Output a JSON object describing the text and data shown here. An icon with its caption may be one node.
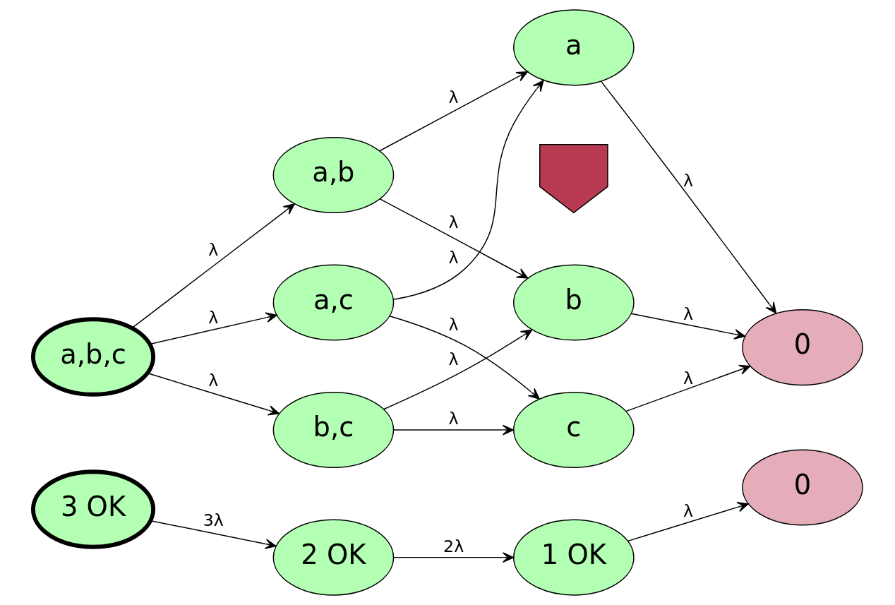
{
  "diagram": {
    "nodes": [
      {
        "text": [
          "a,b,c"
        ]
      },
      {
        "text": [
          "a,b"
        ]
      },
      {
        "text": [
          "a,c"
        ]
      },
      {
        "text": [
          "b,c"
        ]
      },
      {
        "text": [
          "a"
        ]
      },
      {
        "text": [
          "b"
        ]
      },
      {
        "text": [
          "c"
        ]
      },
      {
        "text": [
          "0"
        ]
      },
      {
        "text": [],
        "shape": "arrow"
      },
      {
        "text": [
          "3 OK"
        ]
      },
      {
        "text": [
          "2 OK"
        ]
      },
      {
        "text": [
          "1 OK"
        ]
      },
      {
        "text": [
          "0"
        ]
      }
    ],
    "edges": [
      {
        "from": 0,
        "to": 1,
        "arrow": "to",
        "label": "λ"
      },
      {
        "from": 0,
        "to": 2,
        "arrow": "to",
        "label": "λ"
      },
      {
        "from": 0,
        "to": 3,
        "arrow": "to",
        "label": "λ"
      },
      {
        "from": 1,
        "to": 4,
        "arrow": "to",
        "label": "λ"
      },
      {
        "from": 1,
        "to": 5,
        "arrow": "to",
        "label": "λ"
      },
      {
        "from": 2,
        "to": 4,
        "arrow": "to",
        "label": "λ"
      },
      {
        "from": 2,
        "to": 6,
        "arrow": "to",
        "label": "λ"
      },
      {
        "from": 3,
        "to": 5,
        "arrow": "to",
        "label": "λ"
      },
      {
        "from": 3,
        "to": 6,
        "arrow": "to",
        "label": "λ"
      },
      {
        "from": 4,
        "to": 7,
        "arrow": "to",
        "label": "λ"
      },
      {
        "from": 5,
        "to": 7,
        "arrow": "to",
        "label": "λ"
      },
      {
        "from": 6,
        "to": 7,
        "arrow": "to",
        "label": "λ"
      },
      {
        "from": 9,
        "to": 10,
        "arrow": "to",
        "label": "3λ"
      },
      {
        "from": 10,
        "to": 11,
        "arrow": "to",
        "label": "2λ"
      },
      {
        "from": 11,
        "to": 12,
        "arrow": "to",
        "label": "λ"
      }
    ]
  }
}
